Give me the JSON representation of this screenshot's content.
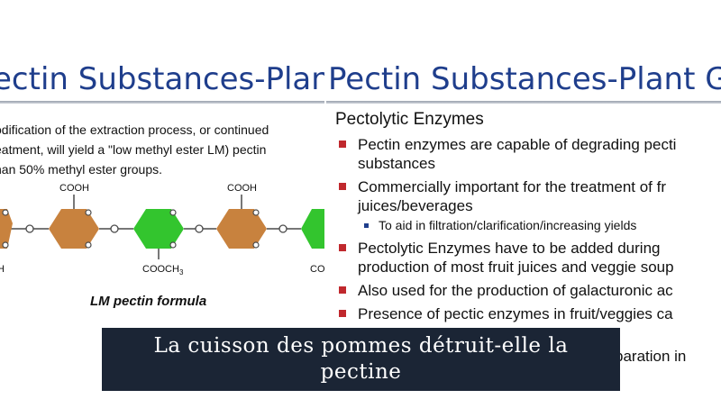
{
  "left_slide": {
    "title": "ectin Substances-Plant (",
    "intro_lines": [
      "odification of the extraction process, or continued",
      "eatment, will yield a \"low methyl ester LM) pectin",
      "han 50% methyl ester groups."
    ],
    "formula_labels": {
      "cooh_1": "COOH",
      "cooh_2": "COOH",
      "cooch3": "COOCH",
      "cooch3_sub": "3",
      "left_h": "H",
      "right_co": "CO"
    },
    "formula_caption": "LM pectin formula",
    "colors": {
      "galacturonic": "#c8823e",
      "methyl_ester": "#33c52e",
      "link": "#4a4a4a"
    }
  },
  "right_slide": {
    "title": "Pectin Substances-Plant Gu",
    "subheading": "Pectolytic Enzymes",
    "bullets": [
      {
        "level": 1,
        "lines": [
          "Pectin enzymes are capable of degrading pecti",
          "substances"
        ]
      },
      {
        "level": 1,
        "lines": [
          "Commercially important for the treatment of fr",
          "juices/beverages"
        ]
      },
      {
        "level": 2,
        "lines": [
          "To aid in filtration/clarification/increasing yields"
        ]
      },
      {
        "level": 1,
        "lines": [
          "Pectolytic Enzymes have to be added during",
          "production of most fruit juices and veggie soup"
        ]
      },
      {
        "level": 1,
        "lines": [
          "Also used for the production of galacturonic ac"
        ]
      },
      {
        "level": 1,
        "lines": [
          "Presence of pectic enzymes in fruit/veggies ca"
        ]
      }
    ],
    "cut_off_text": "paration in",
    "colors": {
      "title": "#1f3e8c",
      "bullet": "#c0282d",
      "sub_bullet": "#1f3e8c"
    }
  },
  "banner": {
    "text": "La cuisson des pommes détruit-elle la pectine",
    "background": "#1b2535"
  }
}
